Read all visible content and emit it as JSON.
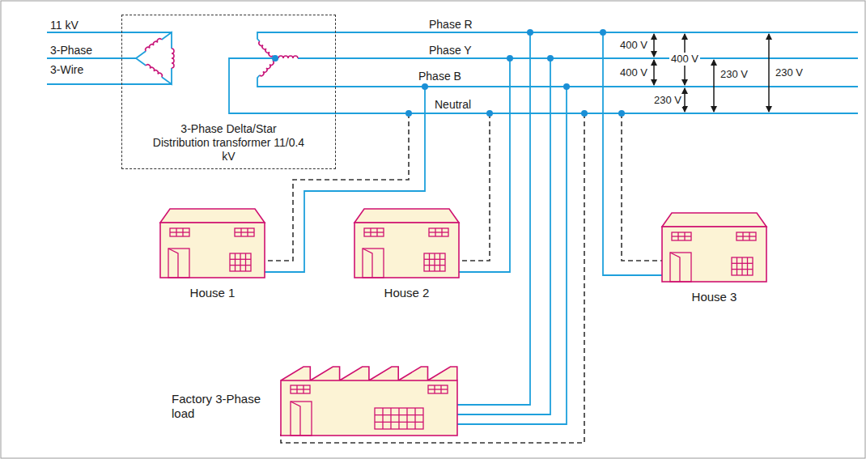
{
  "diagram": {
    "nodes": [
      {
        "text": [
          "3-Phase Delta/Star Distribution transformer 11/0.4 kV"
        ]
      },
      {
        "text": [
          "House 1"
        ]
      },
      {
        "text": [
          "House 2"
        ]
      },
      {
        "text": [
          "House 3"
        ]
      },
      {
        "text": [
          "Factory 3-Phase load"
        ]
      }
    ],
    "labels": [
      "11 kV",
      "3-Phase",
      "3-Wire",
      "Phase R",
      "Phase Y",
      "Phase B",
      "Neutral",
      "400 V",
      "400 V",
      "400 V",
      "230 V",
      "230 V",
      "230 V"
    ]
  }
}
